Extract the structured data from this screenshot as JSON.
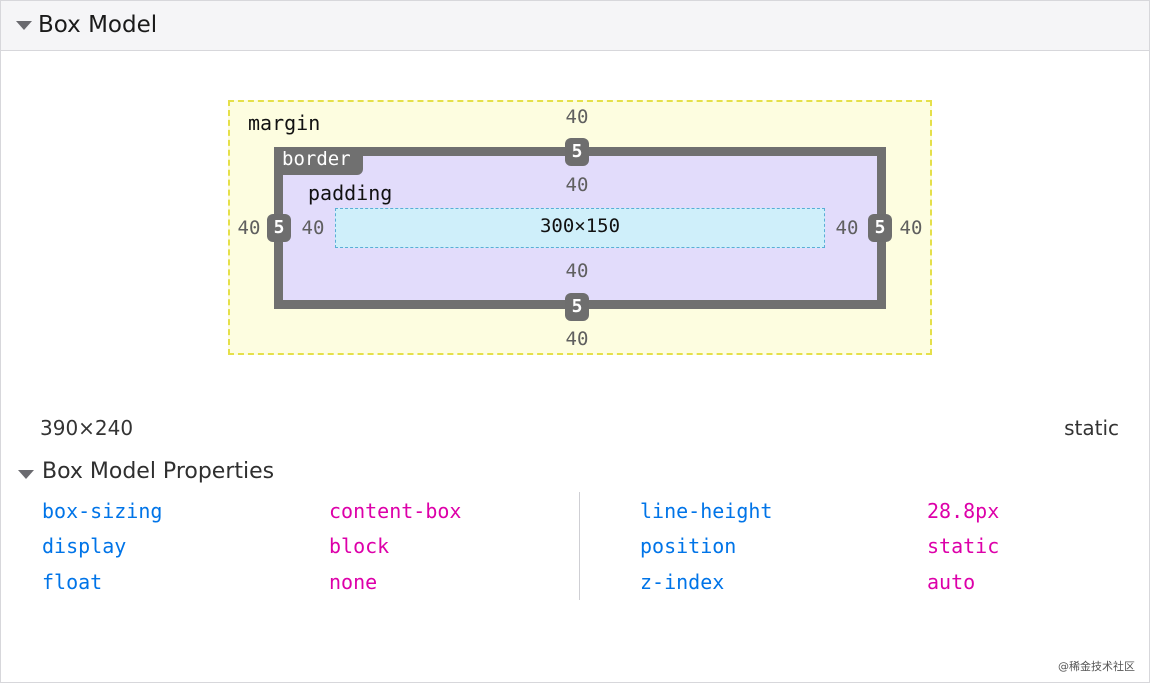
{
  "panel": {
    "title": "Box Model"
  },
  "box": {
    "margin": {
      "label": "margin",
      "top": "40",
      "right": "40",
      "bottom": "40",
      "left": "40"
    },
    "border": {
      "label": "border",
      "top": "5",
      "right": "5",
      "bottom": "5",
      "left": "5"
    },
    "padding": {
      "label": "padding",
      "top": "40",
      "right": "40",
      "bottom": "40",
      "left": "40"
    },
    "content": {
      "size": "300×150"
    }
  },
  "summary": {
    "dimensions": "390×240",
    "position": "static"
  },
  "properties": {
    "title": "Box Model Properties",
    "left": [
      {
        "name": "box-sizing",
        "value": "content-box"
      },
      {
        "name": "display",
        "value": "block"
      },
      {
        "name": "float",
        "value": "none"
      }
    ],
    "right": [
      {
        "name": "line-height",
        "value": "28.8px"
      },
      {
        "name": "position",
        "value": "static"
      },
      {
        "name": "z-index",
        "value": "auto"
      }
    ]
  },
  "watermark": "@稀金技术社区",
  "colors": {
    "margin_bg": "#fdfde0",
    "border": "#707070",
    "padding_bg": "#e2dcfb",
    "content_bg": "#cfeffa",
    "prop_name": "#0074e8",
    "prop_value": "#dd00a9"
  }
}
